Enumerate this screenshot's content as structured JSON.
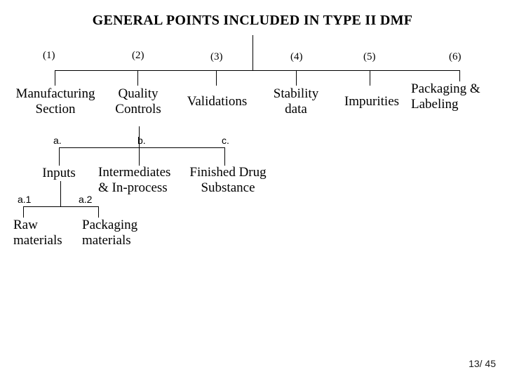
{
  "slide": {
    "title": "GENERAL POINTS INCLUDED IN TYPE II DMF",
    "page_number": "13/ 45",
    "background_color": "#ffffff",
    "line_color": "#000000",
    "text_color": "#000000"
  },
  "tree": {
    "root_label": "",
    "level1": [
      {
        "index": "(1)",
        "line1": "Manufacturing",
        "line2": "Section"
      },
      {
        "index": "(2)",
        "line1": "Quality",
        "line2": "Controls"
      },
      {
        "index": "(3)",
        "line1": "Validations",
        "line2": ""
      },
      {
        "index": "(4)",
        "line1": "Stability",
        "line2": "data"
      },
      {
        "index": "(5)",
        "line1": "Impurities",
        "line2": ""
      },
      {
        "index": "(6)",
        "line1": "Packaging &",
        "line2": "Labeling"
      }
    ],
    "level2": [
      {
        "tag": "a.",
        "line1": "Inputs",
        "line2": ""
      },
      {
        "tag": "b.",
        "line1": "Intermediates",
        "line2": "& In-process"
      },
      {
        "tag": "c.",
        "line1": "Finished Drug",
        "line2": "Substance"
      }
    ],
    "level3": [
      {
        "tag": "a.1",
        "line1": "Raw",
        "line2": "materials"
      },
      {
        "tag": "a.2",
        "line1": "Packaging",
        "line2": "materials"
      }
    ]
  }
}
